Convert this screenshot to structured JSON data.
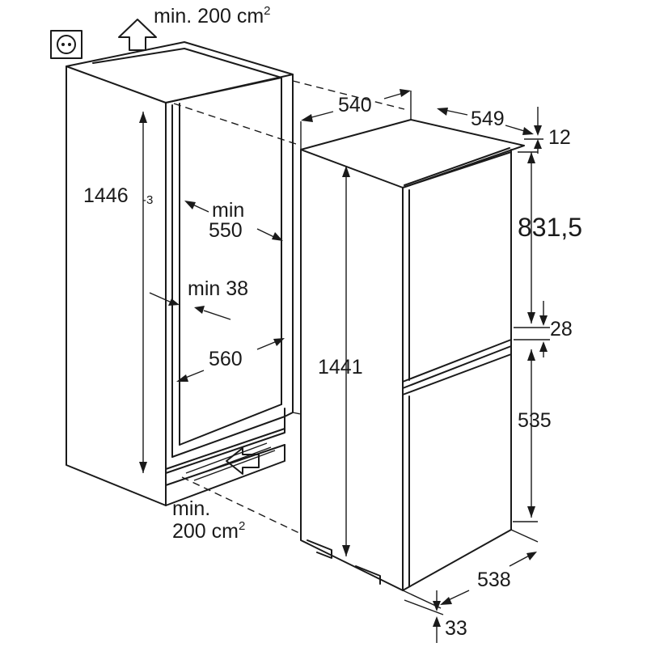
{
  "diagram": {
    "vent_top": {
      "prefix": "min. 200 cm",
      "sup": "2"
    },
    "vent_bottom": {
      "line1": "min.",
      "line2_prefix": "200 cm",
      "sup": "2"
    },
    "niche_height": {
      "value": "1446",
      "tolerance": "-3"
    },
    "niche_depth_min": {
      "line1": "min",
      "line2": "550"
    },
    "side_clearance": "min 38",
    "niche_width": "560",
    "fridge_width": "540",
    "fridge_depth": "549",
    "top_gap": "12",
    "upper_door": "831,5",
    "door_gap": "28",
    "lower_door": "535",
    "fridge_height": "1441",
    "door_depth": "538",
    "bottom_gap": "33"
  },
  "icons": [
    "socket-icon",
    "airflow-up-arrow-icon",
    "airflow-in-arrow-icon"
  ]
}
